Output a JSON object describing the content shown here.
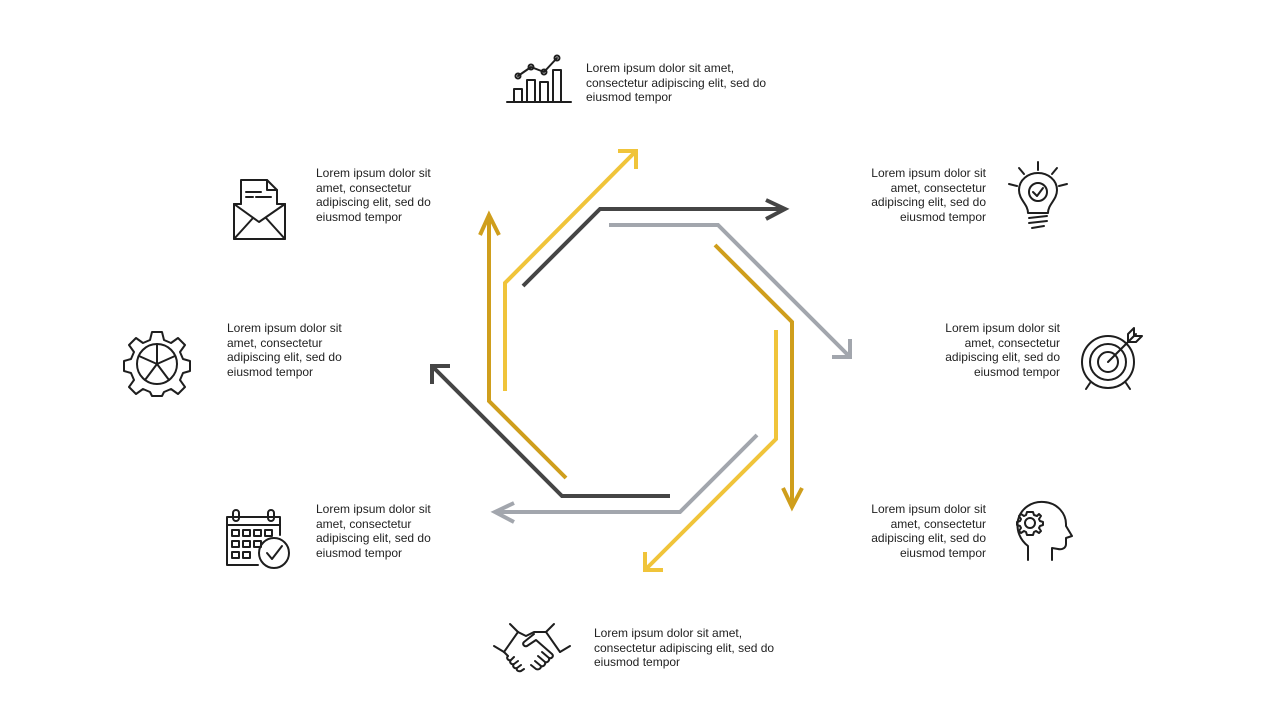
{
  "colors": {
    "dark": "#454545",
    "grey": "#a2a6ad",
    "gold": "#cf9e1c",
    "yellow": "#f0c43a",
    "icon": "#1e1e1e"
  },
  "items": [
    {
      "id": "top",
      "icon": "bar-chart-icon",
      "text": "Lorem ipsum dolor  sit amet, consectetur adipiscing elit, sed do eiusmod tempor"
    },
    {
      "id": "top-right",
      "icon": "lightbulb-icon",
      "text": "Lorem ipsum dolor  sit amet, consectetur adipiscing elit, sed do eiusmod tempor"
    },
    {
      "id": "right",
      "icon": "target-icon",
      "text": "Lorem ipsum dolor  sit amet, consectetur adipiscing elit, sed do eiusmod tempor"
    },
    {
      "id": "bottom-right",
      "icon": "head-gear-icon",
      "text": "Lorem ipsum dolor  sit amet, consectetur adipiscing elit, sed do eiusmod tempor"
    },
    {
      "id": "bottom",
      "icon": "handshake-icon",
      "text": "Lorem ipsum dolor  sit amet, consectetur adipiscing elit, sed do eiusmod tempor"
    },
    {
      "id": "bottom-left",
      "icon": "calendar-check-icon",
      "text": "Lorem ipsum dolor  sit amet, consectetur adipiscing elit, sed do eiusmod tempor"
    },
    {
      "id": "left",
      "icon": "gear-icon",
      "text": "Lorem ipsum dolor  sit amet, consectetur adipiscing elit, sed do eiusmod tempor"
    },
    {
      "id": "top-left",
      "icon": "envelope-document-icon",
      "text": "Lorem ipsum dolor  sit amet, consectetur adipiscing elit, sed do eiusmod tempor"
    }
  ]
}
